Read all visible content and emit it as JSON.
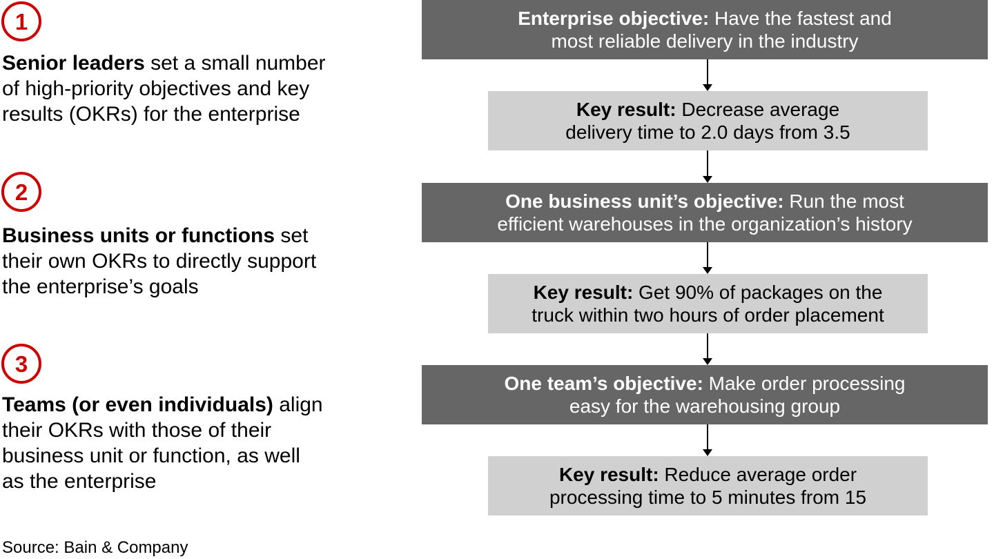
{
  "colors": {
    "accent_red": "#cc0000",
    "objective_box_bg": "#666666",
    "objective_box_text": "#ffffff",
    "key_result_box_bg": "#d0d0d0",
    "key_result_box_text": "#000000"
  },
  "left_panel": {
    "steps": [
      {
        "number": "1",
        "lead": "Senior leaders",
        "rest": " set a small number\nof high-priority objectives and key\nresults (OKRs) for the enterprise"
      },
      {
        "number": "2",
        "lead": "Business units or functions",
        "rest": " set\ntheir own OKRs to directly support\nthe enterprise’s goals"
      },
      {
        "number": "3",
        "lead": "Teams (or even individuals)",
        "rest": " align\ntheir OKRs with those of their\nbusiness unit or function, as well\nas the enterprise"
      }
    ],
    "source": "Source: Bain & Company"
  },
  "flowchart": {
    "nodes": [
      {
        "kind": "objective",
        "lead": "Enterprise objective:",
        "rest": " Have the fastest and\nmost reliable delivery in the industry"
      },
      {
        "kind": "key_result",
        "lead": "Key result:",
        "rest": " Decrease average\ndelivery time to 2.0 days from 3.5"
      },
      {
        "kind": "objective",
        "lead": "One business unit’s objective:",
        "rest": " Run the most\nefficient warehouses in the organization’s history"
      },
      {
        "kind": "key_result",
        "lead": "Key result:",
        "rest": " Get 90% of packages on the\ntruck within two hours of order placement"
      },
      {
        "kind": "objective",
        "lead": "One team’s objective:",
        "rest": " Make order processing\neasy for the warehousing group"
      },
      {
        "kind": "key_result",
        "lead": "Key result:",
        "rest": " Reduce average order\nprocessing time to 5 minutes from 15"
      }
    ]
  }
}
